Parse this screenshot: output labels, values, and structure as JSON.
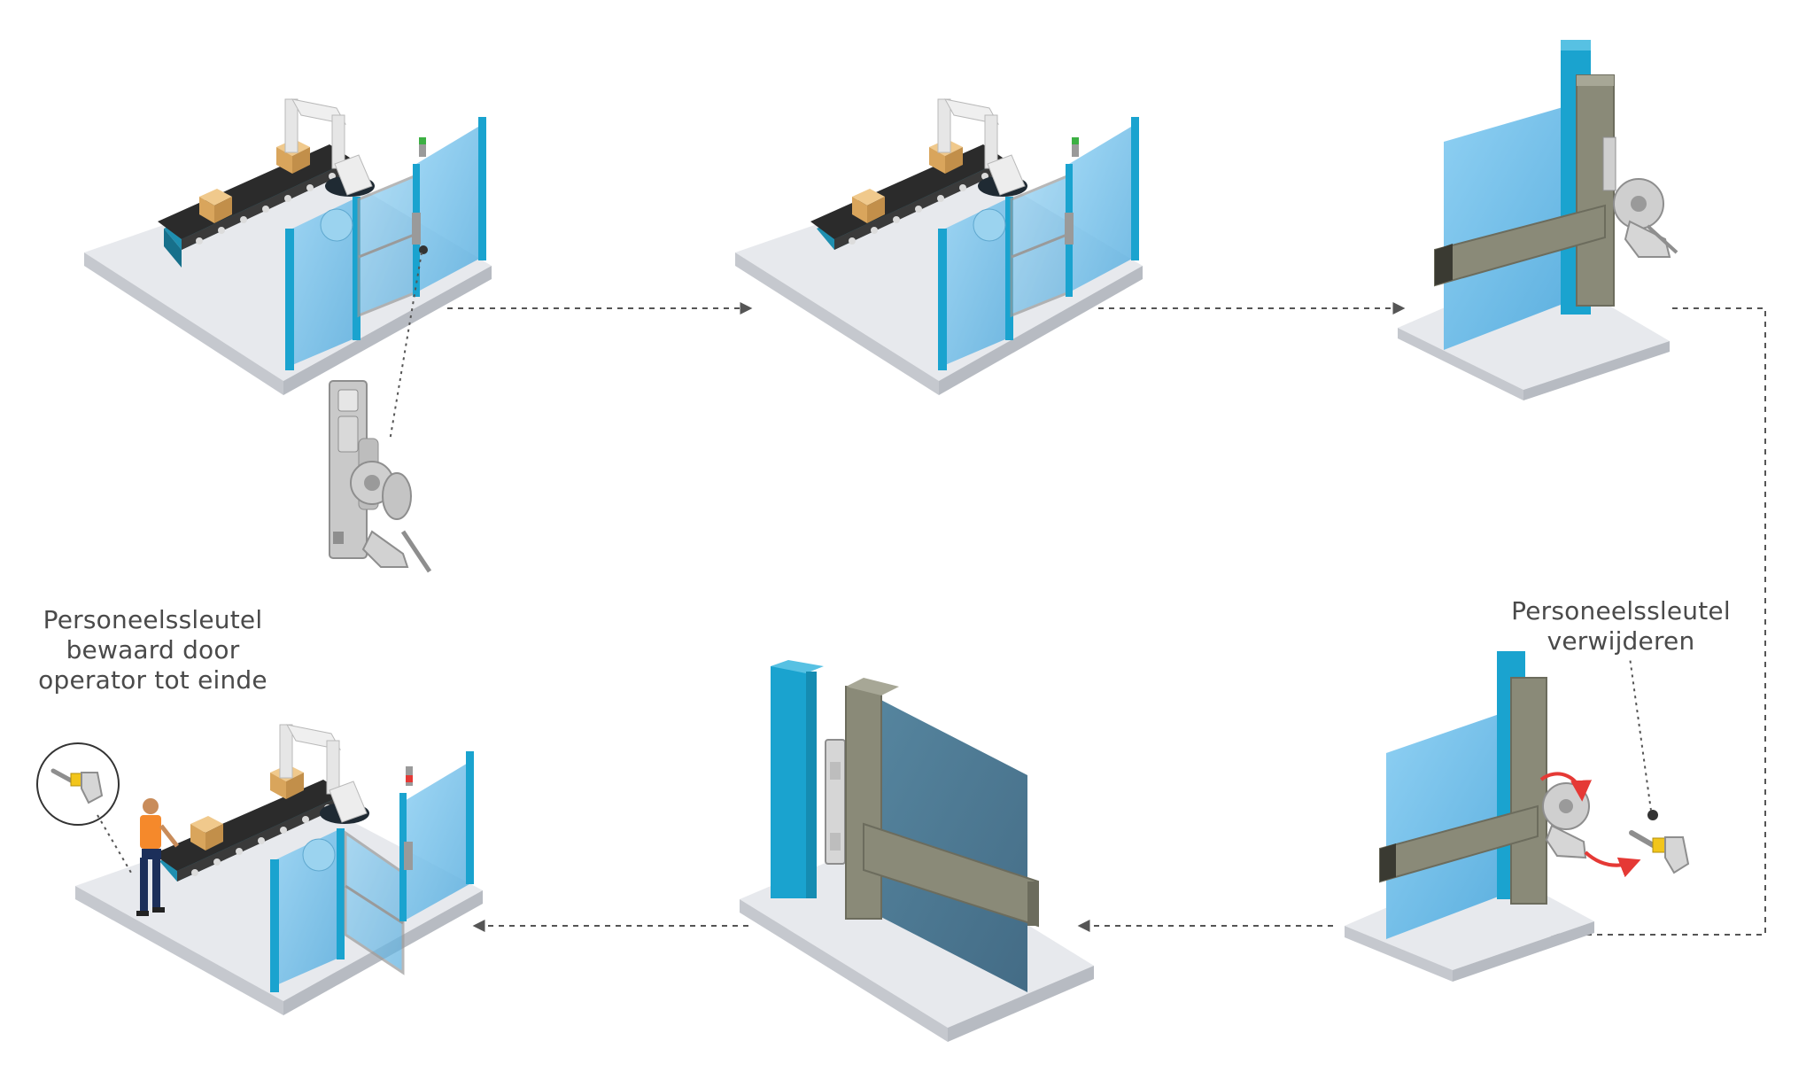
{
  "diagram": {
    "captions": {
      "remove_key": [
        "Personeelssleutel",
        "verwijderen"
      ],
      "key_kept": [
        "Personeelssleutel",
        "bewaard door",
        "operator tot einde"
      ]
    },
    "colors": {
      "glass": "#7fc3ea",
      "glass_dark": "#4f88a8",
      "post": "#1aa3cf",
      "floor": "#e6e8ec",
      "frame_bar": "#8a8a78",
      "conveyor_belt": "#2b2b2b",
      "conveyor_base": "#1f8fb0",
      "box": "#e0b06d",
      "robot": "#e6e6e6",
      "arrow": "#555555",
      "rotate_arrow": "#e53935",
      "key": "#f2c51b",
      "worker_vest": "#f5892b",
      "worker_pants": "#1c2f5a"
    },
    "steps": [
      {
        "id": "step-1",
        "icon": "robot-cell-door-closed-icon"
      },
      {
        "id": "step-2",
        "icon": "robot-cell-door-closed-icon"
      },
      {
        "id": "step-3",
        "icon": "door-latch-closeup-icon"
      },
      {
        "id": "step-4",
        "icon": "remove-personnel-key-icon"
      },
      {
        "id": "step-5",
        "icon": "door-open-closeup-icon"
      },
      {
        "id": "step-6",
        "icon": "operator-inside-cell-icon"
      }
    ]
  }
}
